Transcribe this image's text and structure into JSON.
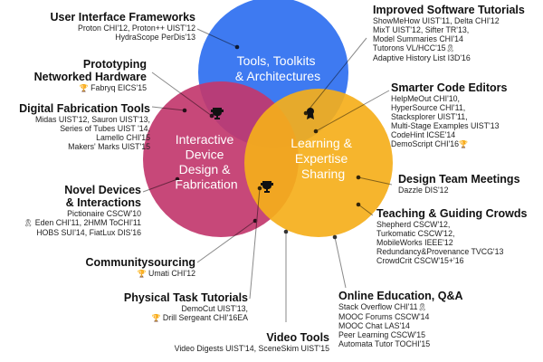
{
  "circles": [
    {
      "key": "tools",
      "label_lines": [
        "Tools, Toolkits",
        "& Architectures"
      ],
      "color": "#2E6FF0"
    },
    {
      "key": "interactive",
      "label_lines": [
        "Interactive",
        "Device",
        "Design &",
        "Fabrication"
      ],
      "color": "#C2386E"
    },
    {
      "key": "learning",
      "label_lines": [
        "Learning &",
        "Expertise",
        "Sharing"
      ],
      "color": "#F5AF1B"
    }
  ],
  "topics": [
    {
      "key": "ui-frameworks",
      "title": [
        "User Interface Frameworks"
      ],
      "lines": [
        {
          "text": "Proton CHI'12, Proton++ UIST'12"
        },
        {
          "text": "HydraScope PerDis'13"
        }
      ]
    },
    {
      "key": "prototyping",
      "title": [
        "Prototyping",
        "Networked Hardware"
      ],
      "lines": [
        {
          "text": "Fabryq EICS'15",
          "icon": "trophy-icon"
        }
      ]
    },
    {
      "key": "digital-fab",
      "title": [
        "Digital Fabrication Tools"
      ],
      "lines": [
        {
          "text": "Midas UIST'12, Sauron UIST'13,"
        },
        {
          "text": "Series of Tubes UIST '14,"
        },
        {
          "text": "Lamello CHI'15"
        },
        {
          "text": "Makers' Marks UIST'15"
        }
      ]
    },
    {
      "key": "novel-devices",
      "title": [
        "Novel Devices",
        "& Interactions"
      ],
      "lines": [
        {
          "text": "Pictionaire CSCW'10"
        },
        {
          "text": "Eden CHI'11, 2HMM ToCHI'11",
          "icon": "ribbon-icon"
        },
        {
          "text": "HOBS SUI'14, FiatLux DIS'16"
        }
      ]
    },
    {
      "key": "communitysourcing",
      "title": [
        "Communitysourcing"
      ],
      "lines": [
        {
          "text": "Umati CHI'12",
          "icon": "trophy-icon"
        }
      ]
    },
    {
      "key": "physical-task",
      "title": [
        "Physical Task Tutorials"
      ],
      "lines": [
        {
          "text": "DemoCut UIST'13,"
        },
        {
          "text": "Drill Sergeant CHI'16EA",
          "icon": "trophy-icon"
        }
      ]
    },
    {
      "key": "video-tools",
      "title": [
        "Video Tools"
      ],
      "lines": [
        {
          "text": "Video Digests UIST'14, SceneSkim UIST'15"
        }
      ]
    },
    {
      "key": "improved-tutorials",
      "title": [
        "Improved Software Tutorials"
      ],
      "lines": [
        {
          "text": "ShowMeHow UIST'11, Delta CHI'12"
        },
        {
          "text": "MixT UIST'12, Sifter TR'13,"
        },
        {
          "text": "Model Summaries CHI'14"
        },
        {
          "text": "Tutorons VL/HCC'15",
          "icon": "ribbon-icon",
          "icon_after": true
        },
        {
          "text": "Adaptive History List I3D'16"
        }
      ]
    },
    {
      "key": "code-editors",
      "title": [
        "Smarter Code Editors"
      ],
      "lines": [
        {
          "text": "HelpMeOut CHI'10,"
        },
        {
          "text": "HyperSource CHI'11,"
        },
        {
          "text": "Stacksplorer UIST'11,"
        },
        {
          "text": "Multi-Stage Examples UIST'13"
        },
        {
          "text": "CodeHint ICSE'14"
        },
        {
          "text": "DemoScript CHI'16",
          "icon": "trophy-icon",
          "icon_after": true
        }
      ]
    },
    {
      "key": "design-team",
      "title": [
        "Design Team Meetings"
      ],
      "lines": [
        {
          "text": "Dazzle DIS'12"
        }
      ]
    },
    {
      "key": "teaching-crowds",
      "title": [
        "Teaching & Guiding Crowds"
      ],
      "lines": [
        {
          "text": "Shepherd CSCW'12,"
        },
        {
          "text": "Turkomatic CSCW'12,"
        },
        {
          "text": "MobileWorks IEEE'12"
        },
        {
          "text": "Redundancy&Provenance TVCG'13"
        },
        {
          "text": "CrowdCrit CSCW'15+'16"
        }
      ]
    },
    {
      "key": "online-education",
      "title": [
        "Online Education, Q&A"
      ],
      "lines": [
        {
          "text": "Stack Overflow CHI'11",
          "icon": "ribbon-icon",
          "icon_after": true
        },
        {
          "text": "MOOC Forums CSCW'14"
        },
        {
          "text": "MOOC Chat LAS'14"
        },
        {
          "text": "Peer Learning CSCW'15"
        },
        {
          "text": "Automata Tutor TOCHI'15"
        }
      ]
    }
  ]
}
